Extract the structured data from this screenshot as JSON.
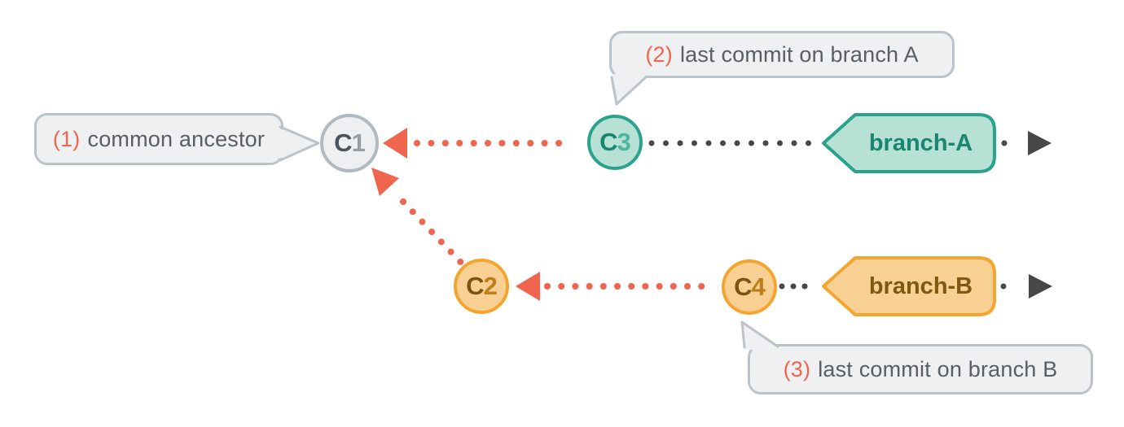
{
  "annotations": {
    "b1": {
      "number": "(1)",
      "text": "common ancestor"
    },
    "b2": {
      "number": "(2)",
      "text": "last commit on branch A"
    },
    "b3": {
      "number": "(3)",
      "text": "last commit on branch B"
    }
  },
  "commits": {
    "c1": {
      "letter": "C",
      "number": "1"
    },
    "c2": {
      "letter": "C",
      "number": "2"
    },
    "c3": {
      "letter": "C",
      "number": "3"
    },
    "c4": {
      "letter": "C",
      "number": "4"
    }
  },
  "branches": {
    "a": {
      "label": "branch-A"
    },
    "b": {
      "label": "branch-B"
    }
  },
  "colors": {
    "arrow_salmon": "#f0654d",
    "dot_dark": "#474747",
    "bubble_border": "#bcc3c8",
    "bubble_bg": "#eef0f2",
    "teal_border": "#2aa38c",
    "teal_fill": "#b6e1d4",
    "orange_border": "#f3a52f",
    "orange_fill": "#f8d094"
  }
}
